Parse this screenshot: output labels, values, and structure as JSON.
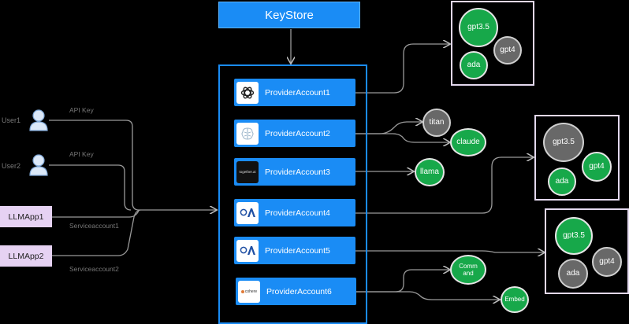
{
  "keystore": {
    "label": "KeyStore"
  },
  "users": [
    {
      "label": "User1",
      "edge_label": "API Key"
    },
    {
      "label": "User2",
      "edge_label": "API Key"
    }
  ],
  "apps": [
    {
      "label": "LLMApp1",
      "edge_label": "Serviceaccount1"
    },
    {
      "label": "LLMApp2",
      "edge_label": "Serviceaccount2"
    }
  ],
  "providers": [
    {
      "label": "ProviderAccount1",
      "logo": "openai-logo"
    },
    {
      "label": "ProviderAccount2",
      "logo": "brain-logo"
    },
    {
      "label": "ProviderAccount3",
      "logo": "together-logo",
      "logo_text": "together.ai"
    },
    {
      "label": "ProviderAccount4",
      "logo": "azure-logo"
    },
    {
      "label": "ProviderAccount5",
      "logo": "azure-logo"
    },
    {
      "label": "ProviderAccount6",
      "logo": "cohere-logo",
      "logo_text": "cohere"
    }
  ],
  "models": {
    "group1": [
      "gpt3.5",
      "gpt4",
      "ada"
    ],
    "provider2": [
      "titan",
      "claude"
    ],
    "provider3": [
      "llama"
    ],
    "group4": [
      "gpt3.5",
      "gpt4",
      "ada"
    ],
    "group5": [
      "gpt3.5",
      "gpt4",
      "ada"
    ],
    "provider6": [
      "Comm and",
      "Embed"
    ]
  },
  "colors": {
    "blue": "#1a8cf5",
    "green": "#17a84a",
    "grey": "#686868",
    "lavender": "#e6d2f3"
  }
}
